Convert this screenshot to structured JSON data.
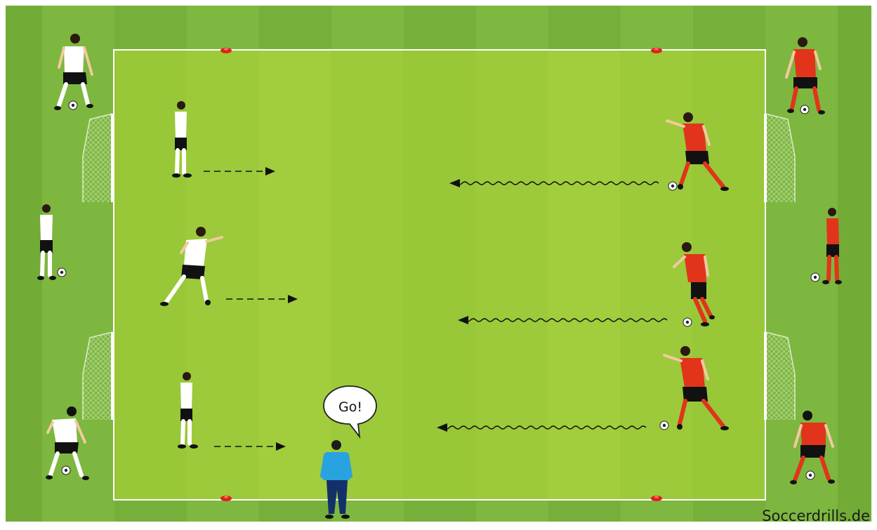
{
  "diagram": {
    "coach_speech": "Go!",
    "watermark": "Soccerdrills.de"
  },
  "colors": {
    "grass_dark": "#71ad38",
    "grass_light": "#84bd45",
    "pitch": "#9ac83a",
    "team_white_shirt": "#ffffff",
    "team_red_shirt": "#e1341b",
    "shorts": "#111111",
    "coach_shirt": "#29a3e0",
    "coach_pants": "#14306a",
    "cone": "#e0211c"
  },
  "elements": {
    "cones": 4,
    "goals": 4,
    "white_players": 6,
    "red_players": 6,
    "balls": 9
  }
}
